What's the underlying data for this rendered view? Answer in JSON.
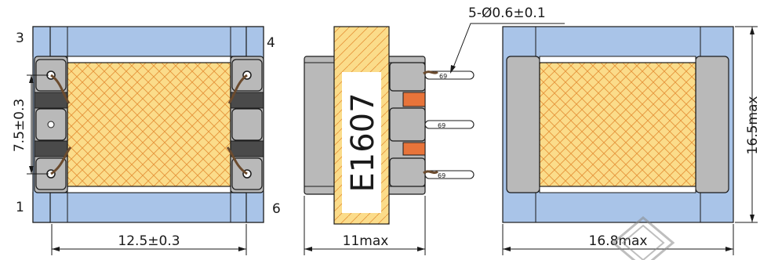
{
  "views": {
    "front": {
      "pin_labels": {
        "top_left": "3",
        "top_right": "4",
        "bottom_left": "1",
        "bottom_right": "6"
      },
      "height_dimension": "7.5±0.3",
      "width_dimension": "12.5±0.3"
    },
    "side": {
      "part_marking": "E1607",
      "width_dimension": "11max",
      "pin_callout": "5-Ø0.6±0.1"
    },
    "top": {
      "height_dimension": "16.5max",
      "width_dimension": "16.8max"
    }
  },
  "colors": {
    "core": "#a9c4e8",
    "bobbin": "#b9b9b9",
    "winding": "#fbdc8a",
    "winding_hatch": "#e6943a",
    "pin_base": "#e8743a",
    "wire": "#6b4b2e"
  },
  "icons": {
    "watermark": "diamond-outline-icon"
  }
}
